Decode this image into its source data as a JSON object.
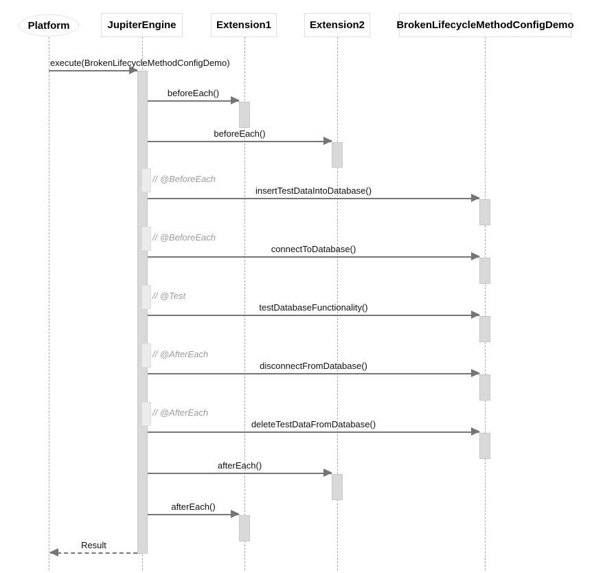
{
  "diagram": {
    "type": "uml-sequence-diagram",
    "participants": [
      {
        "name": "Platform",
        "shape": "ellipse"
      },
      {
        "name": "JupiterEngine",
        "shape": "rect"
      },
      {
        "name": "Extension1",
        "shape": "rect"
      },
      {
        "name": "Extension2",
        "shape": "rect"
      },
      {
        "name": "BrokenLifecycleMethodConfigDemo",
        "shape": "rect"
      }
    ],
    "messages": [
      {
        "from": "Platform",
        "to": "JupiterEngine",
        "label": "execute(BrokenLifecycleMethodConfigDemo)",
        "style": "solid"
      },
      {
        "from": "JupiterEngine",
        "to": "Extension1",
        "label": "beforeEach()",
        "style": "solid"
      },
      {
        "from": "JupiterEngine",
        "to": "Extension2",
        "label": "beforeEach()",
        "style": "solid"
      },
      {
        "from": "JupiterEngine",
        "to": "BrokenLifecycleMethodConfigDemo",
        "comment": "// @BeforeEach",
        "label": "insertTestDataIntoDatabase()",
        "style": "solid"
      },
      {
        "from": "JupiterEngine",
        "to": "BrokenLifecycleMethodConfigDemo",
        "comment": "// @BeforeEach",
        "label": "connectToDatabase()",
        "style": "solid"
      },
      {
        "from": "JupiterEngine",
        "to": "BrokenLifecycleMethodConfigDemo",
        "comment": "// @Test",
        "label": "testDatabaseFunctionality()",
        "style": "solid"
      },
      {
        "from": "JupiterEngine",
        "to": "BrokenLifecycleMethodConfigDemo",
        "comment": "// @AfterEach",
        "label": "disconnectFromDatabase()",
        "style": "solid"
      },
      {
        "from": "JupiterEngine",
        "to": "BrokenLifecycleMethodConfigDemo",
        "comment": "// @AfterEach",
        "label": "deleteTestDataFromDatabase()",
        "style": "solid"
      },
      {
        "from": "JupiterEngine",
        "to": "Extension2",
        "label": "afterEach()",
        "style": "solid"
      },
      {
        "from": "JupiterEngine",
        "to": "Extension1",
        "label": "afterEach()",
        "style": "solid"
      },
      {
        "from": "JupiterEngine",
        "to": "Platform",
        "label": "Result",
        "style": "dashed-return"
      }
    ],
    "colors": {
      "arrow": "#757575",
      "activation_fill": "#d9d9d9",
      "activation_border": "#c6c6c6",
      "nested_activation_fill": "#ececec",
      "lifeline": "#a8a8a8",
      "comment_text": "#9c9c9c",
      "box_border": "#e0e0e0",
      "message_text": "#0f0f0f"
    }
  }
}
